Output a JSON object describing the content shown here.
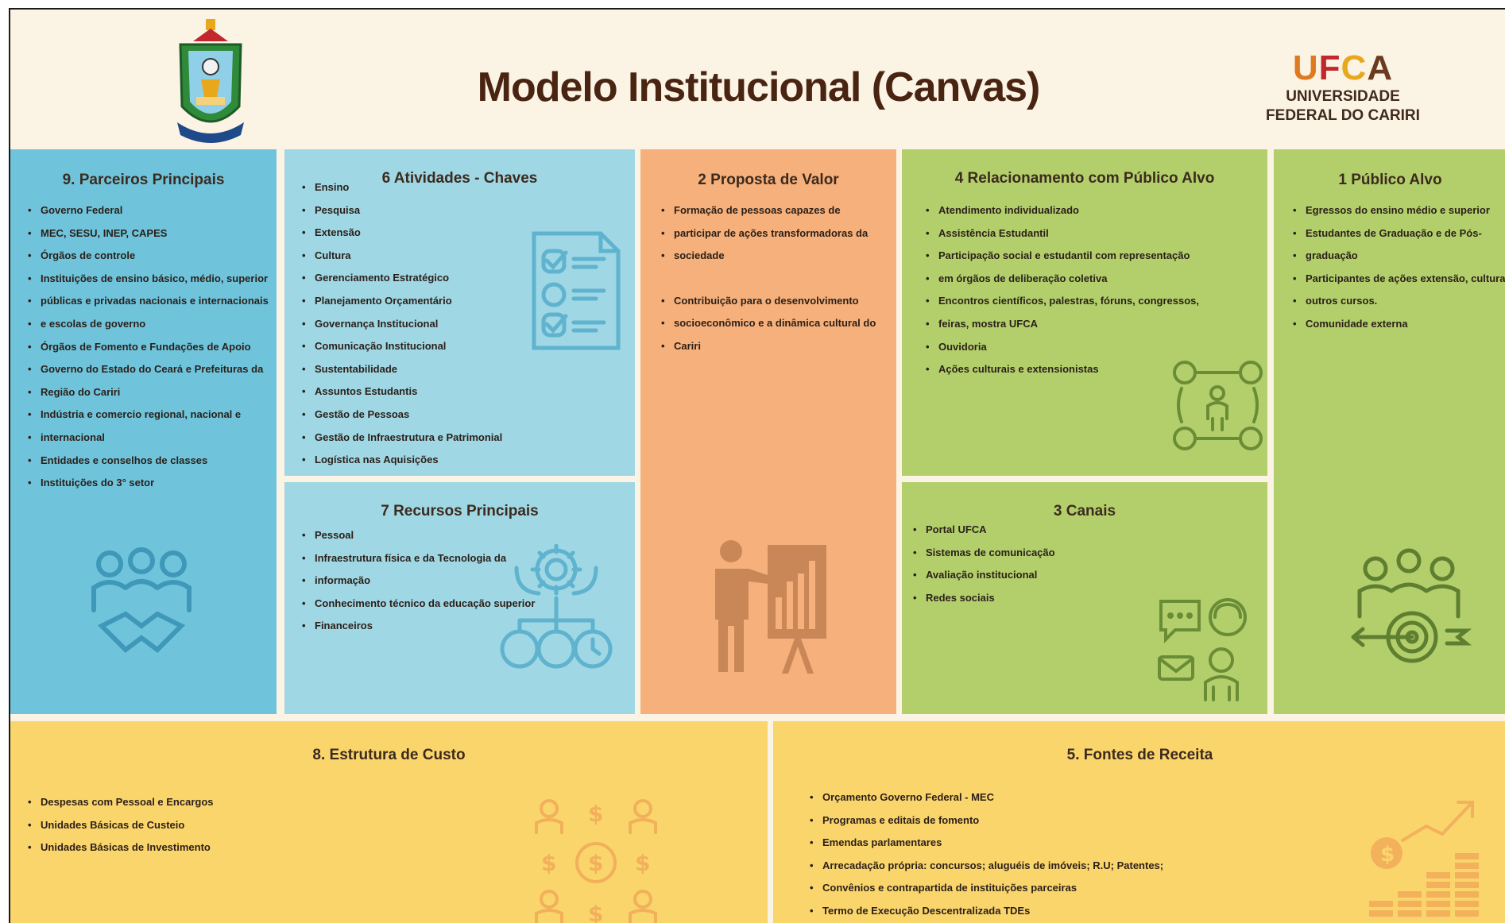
{
  "title": "Modelo Institucional (Canvas)",
  "brand": {
    "logo_letters": [
      "U",
      "F",
      "C",
      "A"
    ],
    "line1": "UNIVERSIDADE",
    "line2": "FEDERAL DO CARIRI"
  },
  "parceiros": {
    "title": "9. Parceiros Principais",
    "items": [
      "Governo Federal",
      "MEC, SESU, INEP, CAPES",
      "Órgãos de controle",
      "Instituições de ensino básico, médio, superior",
      "públicas e privadas nacionais e internacionais",
      "e escolas de governo",
      "Órgãos de Fomento e Fundações de Apoio",
      "Governo do Estado do Ceará e Prefeituras da",
      "Região do Cariri",
      "Indústria e comercio regional, nacional e",
      "internacional",
      "Entidades e conselhos de classes",
      "Instituições do 3° setor"
    ]
  },
  "atividades": {
    "title": "6 Atividades - Chaves",
    "items": [
      "Ensino",
      "Pesquisa",
      "Extensão",
      "Cultura",
      "Gerenciamento Estratégico",
      "Planejamento Orçamentário",
      "Governança Institucional",
      "Comunicação Institucional",
      "Sustentabilidade",
      "Assuntos Estudantis",
      "Gestão de Pessoas",
      "Gestão de Infraestrutura e Patrimonial",
      "Logística nas Aquisições"
    ]
  },
  "recursos": {
    "title": "7 Recursos Principais",
    "items": [
      "Pessoal",
      "Infraestrutura física e da Tecnologia da",
      "informação",
      "Conhecimento técnico da educação superior",
      "Financeiros"
    ]
  },
  "proposta": {
    "title": "2 Proposta de Valor",
    "items": [
      "Formação de pessoas capazes de",
      "participar de ações transformadoras da",
      "sociedade",
      "",
      "Contribuição para o desenvolvimento",
      "socioeconômico e a dinâmica cultural do",
      "Cariri"
    ]
  },
  "relacionamento": {
    "title": "4 Relacionamento com Público Alvo",
    "items": [
      "Atendimento individualizado",
      "Assistência Estudantil",
      "Participação social e estudantil com representação",
      "em órgãos de deliberação coletiva",
      "Encontros científicos, palestras, fóruns, congressos,",
      "feiras, mostra UFCA",
      "Ouvidoria",
      "Ações culturais e extensionistas"
    ]
  },
  "canais": {
    "title": "3 Canais",
    "items": [
      "Portal UFCA",
      "Sistemas de comunicação",
      "Avaliação institucional",
      "Redes sociais"
    ]
  },
  "publico": {
    "title": "1 Público Alvo",
    "items": [
      "Egressos do ensino médio e superior",
      "Estudantes de Graduação e de Pós-",
      "graduação",
      "Participantes de ações extensão, cultura e",
      "outros cursos.",
      "Comunidade externa"
    ]
  },
  "custo": {
    "title": "8. Estrutura de Custo",
    "items": [
      "Despesas com Pessoal e Encargos",
      "Unidades Básicas de Custeio",
      "Unidades Básicas de Investimento"
    ]
  },
  "receita": {
    "title": "5. Fontes de Receita",
    "items": [
      "Orçamento Governo Federal - MEC",
      "Programas e editais de fomento",
      "Emendas parlamentares",
      "Arrecadação própria: concursos; aluguéis de imóveis; R.U; Patentes;",
      "Convênios e contrapartida de instituições parceiras",
      "Termo de Execução Descentralizada TDEs"
    ]
  },
  "colors": {
    "parceiros": "#6fc4dc",
    "atividades": "#9fd7e4",
    "proposta": "#f5b07b",
    "relacionamento": "#b2cf6c",
    "custo": "#fad56c",
    "title": "#4a2412"
  }
}
